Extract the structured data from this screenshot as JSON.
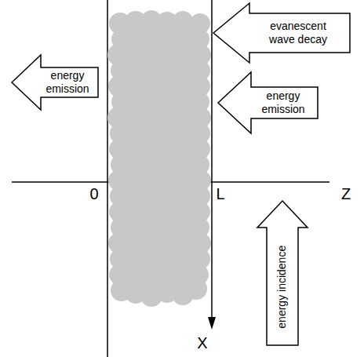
{
  "diagram": {
    "nodes": [
      {
        "text": [
          "evanescent wave decay"
        ]
      },
      {
        "text": [
          "energy emission"
        ]
      },
      {
        "text": [
          "energy emission"
        ]
      },
      {
        "text": [
          "energy incidence"
        ]
      }
    ],
    "labels": [
      "0",
      "L",
      "Z",
      "X"
    ]
  }
}
